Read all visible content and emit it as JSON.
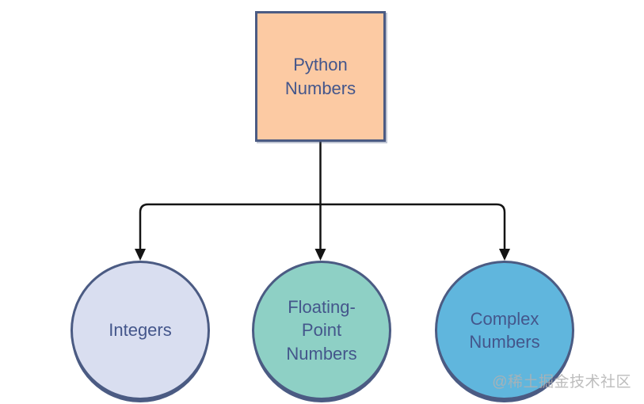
{
  "diagram": {
    "type": "flowchart",
    "root": {
      "label": "Python Numbers",
      "shape": "rectangle",
      "fill": "#fccaa3"
    },
    "children": [
      {
        "label": "Integers",
        "shape": "circle",
        "fill": "#d9def0"
      },
      {
        "label": "Floating-Point Numbers",
        "shape": "circle",
        "fill": "#8ed0c5"
      },
      {
        "label": "Complex Numbers",
        "shape": "circle",
        "fill": "#60b6dd"
      }
    ],
    "stroke_color": "#4b5b83",
    "text_color": "#44568b",
    "connector_color": "#141414"
  },
  "watermark": {
    "text": "@稀土掘金技术社区",
    "color": "#b2b2b2"
  }
}
